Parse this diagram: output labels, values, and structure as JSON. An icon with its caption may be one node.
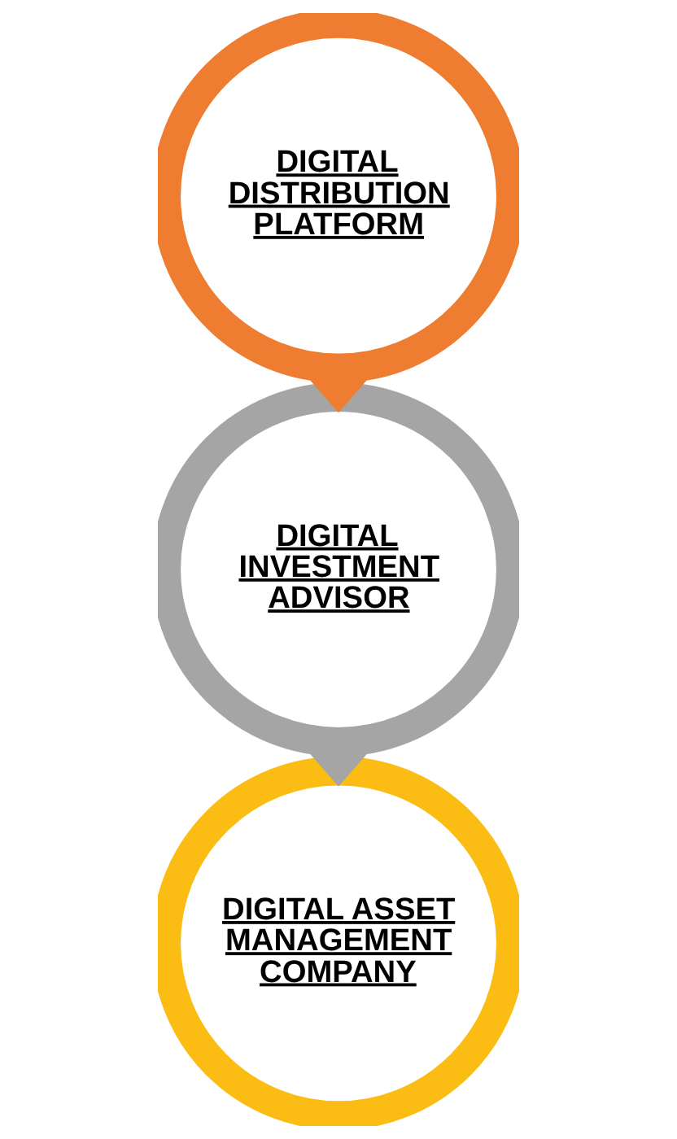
{
  "diagram": {
    "nodes": [
      {
        "text": [
          "DIGITAL DISTRIBUTION PLATFORM"
        ]
      },
      {
        "text": [
          "DIGITAL INVESTMENT ADVISOR"
        ]
      },
      {
        "text": [
          "DIGITAL ASSET MANAGEMENT COMPANY"
        ]
      }
    ],
    "edges": [
      {
        "from": 0,
        "to": 1,
        "arrow": "to",
        "color": "#ef7d31"
      },
      {
        "from": 1,
        "to": 2,
        "arrow": "to",
        "color": "#a5a5a5"
      }
    ]
  }
}
